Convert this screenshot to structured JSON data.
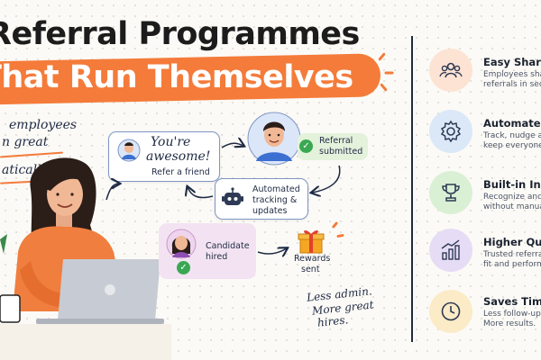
{
  "title": {
    "line1": "Referral Programmes",
    "line2": "That Run Themselves"
  },
  "left_note": {
    "line1": "employees",
    "line2": "n great",
    "line3": "atically."
  },
  "flow": {
    "youre_awesome": {
      "line1": "You're",
      "line2": "awesome!",
      "sub": "Refer a friend"
    },
    "referral_submitted": {
      "line1": "Referral",
      "line2": "submitted"
    },
    "automated": {
      "line1": "Automated",
      "line2": "tracking &",
      "line3": "updates"
    },
    "candidate_hired": {
      "line1": "Candidate",
      "line2": "hired"
    },
    "rewards_sent": {
      "line1": "Rewards",
      "line2": "sent"
    },
    "closing_note": {
      "line1": "Less admin.",
      "line2": "More great",
      "line3": "hires."
    }
  },
  "features": [
    {
      "title": "Easy Sharing",
      "desc1": "Employees share",
      "desc2": "referrals in second",
      "icon": "people-icon",
      "color": "#fde3d3"
    },
    {
      "title": "Automated W",
      "desc1": "Track, nudge and",
      "desc2": "keep everyone inf",
      "icon": "gear-icon",
      "color": "#dbe8f8"
    },
    {
      "title": "Built-in Incent",
      "desc1": "Recognize and re",
      "desc2": "without manual e",
      "icon": "trophy-icon",
      "color": "#daf0d4"
    },
    {
      "title": "Higher Quality",
      "desc1": "Trusted referrals",
      "desc2": "fit and perform be",
      "icon": "chart-icon",
      "color": "#e6dcf5"
    },
    {
      "title": "Saves Time",
      "desc1": "Less follow-up.",
      "desc2": "More results.",
      "icon": "clock-icon",
      "color": "#fbebc7"
    }
  ],
  "colors": {
    "accent_orange": "#f47b3a",
    "navy": "#1f2a44",
    "green_check": "#3aa852"
  }
}
